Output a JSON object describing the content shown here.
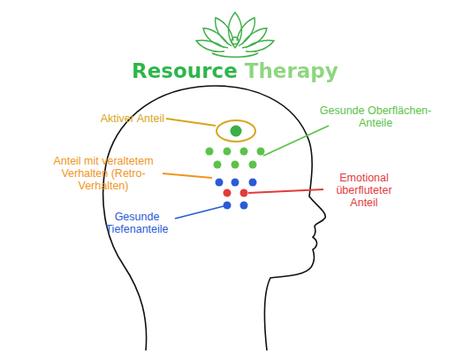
{
  "diagram": {
    "title": "Resource Therapy",
    "labels": [
      "Aktiver Anteil",
      "Gesunde Oberflächen-Anteile",
      "Anteil mit veraltetem Verhalten (Retro-Verhalten)",
      "Emotional überfluteter Anteil",
      "Gesunde Tiefenanteile"
    ]
  }
}
